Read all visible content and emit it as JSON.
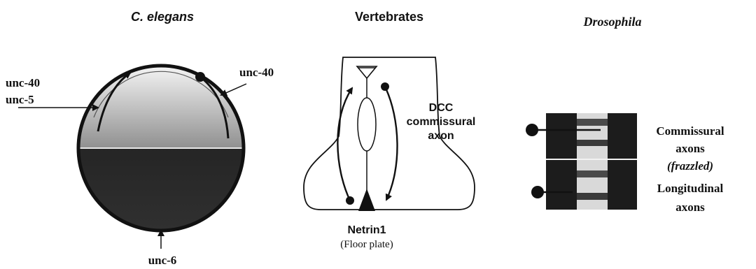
{
  "titles": {
    "celegans": "C. elegans",
    "vertebrates": "Vertebrates",
    "drosophila": "Drosophila"
  },
  "celegans": {
    "label_unc40_left": "unc-40",
    "label_unc5": "unc-5",
    "label_unc40_right": "unc-40",
    "label_unc6": "unc-6"
  },
  "vertebrates": {
    "label_dcc": "DCC",
    "label_commissural": "commissural",
    "label_axon": "axon",
    "label_netrin": "Netrin1",
    "label_floor_plate": "(Floor plate)"
  },
  "drosophila": {
    "label_commissural": "Commissural",
    "label_axons": "axons",
    "label_frazzled": "(frazzled)",
    "label_longitudinal": "Longitudinal",
    "label_longitudinal_axons": "axons"
  },
  "colors": {
    "ink": "#111111",
    "dark_fill": "#1c1c1c",
    "light_fill": "#f2f2f2"
  }
}
